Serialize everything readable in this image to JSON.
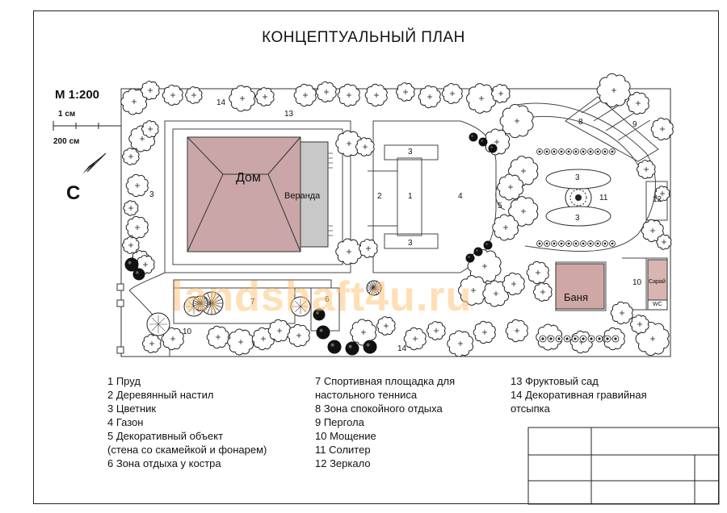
{
  "title": "КОНЦЕПТУАЛЬНЫЙ ПЛАН",
  "scale": {
    "label": "М 1:200",
    "unit_small": "1 см",
    "unit_large": "200 см"
  },
  "north": "С",
  "buildings": {
    "house": "Дом",
    "veranda": "Веранда",
    "banya": "Баня",
    "shed": "Сарай",
    "wc": "WC"
  },
  "plan_numbers": {
    "n14_top": "14",
    "n13": "13",
    "n3_left": "3",
    "n3_top": "3",
    "n2": "2",
    "n1": "1",
    "n3_bottom": "3",
    "n4": "4",
    "n5": "5",
    "n3_mirror_top": "3",
    "n11": "11",
    "n3_mirror_bottom": "3",
    "n8": "8",
    "n9": "9",
    "n12": "12",
    "n7": "7",
    "n6": "6",
    "n10_left": "10",
    "n14_bottom": "14",
    "n10_right": "10"
  },
  "legend_col1": [
    "1   Пруд",
    "2   Деревянный настил",
    "3   Цветник",
    "4   Газон",
    "5   Декоративный объект",
    "     (стена со скамейкой и фонарем)",
    "6   Зона отдыха у костра"
  ],
  "legend_col2": [
    "7   Спортивная площадка для",
    "     настольного тенниса",
    "8   Зона спокойного отдыха",
    "9   Пергола",
    "10 Мощение",
    "11 Солитер",
    "12 Зеркало"
  ],
  "legend_col3": [
    "13 Фруктовый сад",
    "14 Декоративная гравийная",
    "     отсыпка"
  ],
  "watermark": "landshaft4u.ru",
  "colors": {
    "house_roof": "#caa6a8",
    "veranda": "#c8c8c8",
    "banya": "#cfa8a6",
    "shed": "#d8b4b2",
    "watermark": "#ffc478"
  }
}
